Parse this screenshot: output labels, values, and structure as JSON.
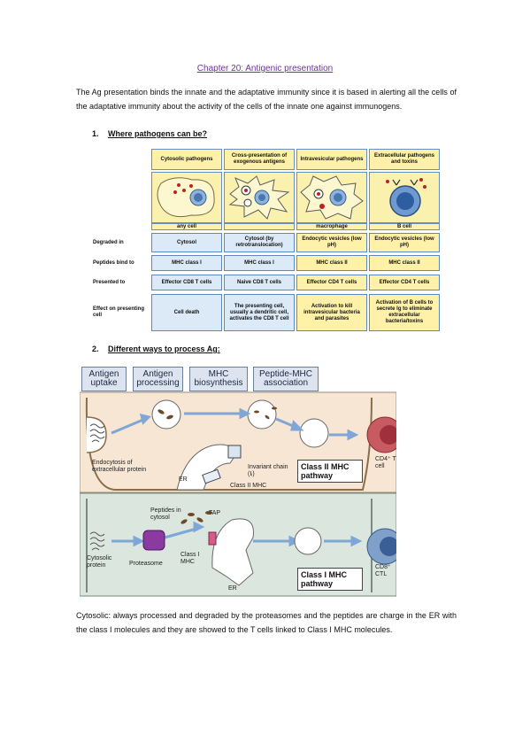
{
  "chapter_title": "Chapter 20: Antigenic presentation",
  "intro": "The Ag presentation binds the innate and the adaptative immunity since it is based in alerting all the cells of the adaptative immunity about the activity of the cells of the innate one against immunogens.",
  "section1": {
    "number": "1.",
    "title": "Where pathogens can be?"
  },
  "table": {
    "columns": [
      "Cytosolic pathogens",
      "Cross-presentation of exogenous antigens",
      "Intravesicular pathogens",
      "Extracellular pathogens and toxins"
    ],
    "cell_labels": [
      "any cell",
      "",
      "macrophage",
      "B cell"
    ],
    "rows": [
      {
        "label": "Degraded in",
        "cells": [
          "Cytosol",
          "Cytosol (by retrotranslocation)",
          "Endocytic vesicles (low pH)",
          "Endocytic vesicles (low pH)"
        ]
      },
      {
        "label": "Peptides bind to",
        "cells": [
          "MHC class I",
          "MHC class I",
          "MHC class II",
          "MHC class II"
        ]
      },
      {
        "label": "Presented to",
        "cells": [
          "Effector CD8 T cells",
          "Naive CD8 T cells",
          "Effector CD4 T cells",
          "Effector CD4 T cells"
        ]
      },
      {
        "label": "Effect on presenting cell",
        "cells": [
          "Cell death",
          "The presenting cell, usually a dendritic cell, activates the CD8 T cell",
          "Activation to kill intravesicular bacteria and parasites",
          "Activation of B cells to secrete Ig to eliminate extracellular bacteria/toxins"
        ]
      }
    ]
  },
  "section2": {
    "number": "2.",
    "title": "Different ways to process Ag:"
  },
  "process": {
    "steps": [
      "Antigen uptake",
      "Antigen processing",
      "MHC biosynthesis",
      "Peptide-MHC association"
    ],
    "class2": {
      "endocytosis": "Endocytosis of extracellular protein",
      "invariant": "Invariant chain (Iᵢ)",
      "er": "ER",
      "class2_mhc": "Class II MHC",
      "pathway": "Class II MHC pathway",
      "cd4": "CD4⁺ T cell"
    },
    "class1": {
      "peptides": "Peptides in cytosol",
      "tap": "TAP",
      "cytosolic": "Cytosolic protein",
      "proteasome": "Proteasome",
      "class1_mhc": "Class I MHC",
      "er": "ER",
      "pathway": "Class I MHC pathway",
      "cd8": "CD8⁺ CTL"
    }
  },
  "bottom_paragraph": "Cytosolic: always processed and degraded by the proteasomes and the peptides are charge in the ER with the class I molecules and they are showed to the T cells linked to Class I MHC molecules.",
  "colors": {
    "title": "#7030a0",
    "table_header": "#fff2a8",
    "table_cell": "#dce9f6",
    "class2_bg": "#f8e6d4",
    "class1_bg": "#dbe6df"
  }
}
